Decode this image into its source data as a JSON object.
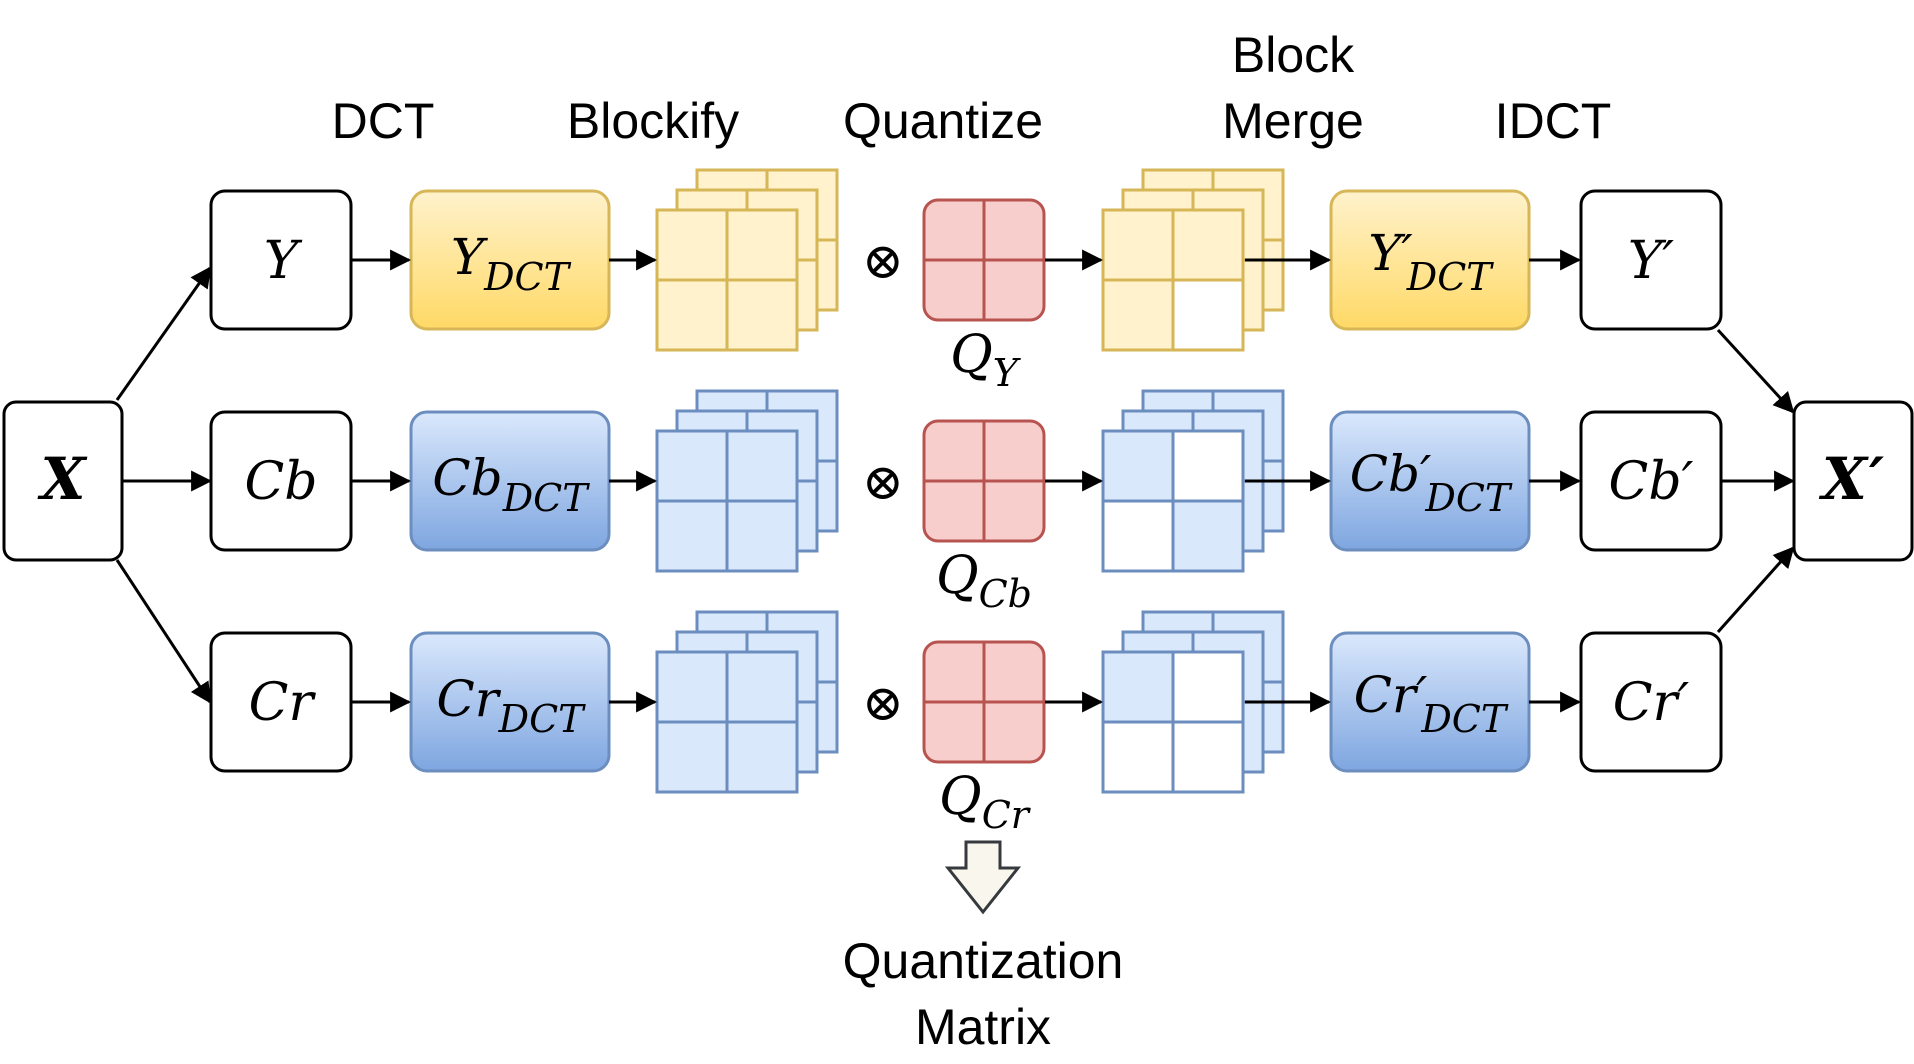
{
  "headers": {
    "dct": "DCT",
    "blockify": "Blockify",
    "quantize": "Quantize",
    "merge_line1": "Block",
    "merge_line2": "Merge",
    "idct": "IDCT"
  },
  "input": {
    "symbol": "X"
  },
  "output": {
    "symbol": "X",
    "prime": "′"
  },
  "operator_symbol": "⊗",
  "footer": {
    "line1": "Quantization",
    "line2": "Matrix"
  },
  "channels": [
    {
      "id": "y",
      "name": "Y",
      "dct_sub": "DCT",
      "prime": "′",
      "quant_sub": "Y",
      "theme": "yellow"
    },
    {
      "id": "cb",
      "name": "Cb",
      "dct_sub": "DCT",
      "prime": "′",
      "quant_sub": "Cb",
      "theme": "blue"
    },
    {
      "id": "cr",
      "name": "Cr",
      "dct_sub": "DCT",
      "prime": "′",
      "quant_sub": "Cr",
      "theme": "blue"
    }
  ],
  "colors": {
    "yellow_fill": "#fff2cc",
    "yellow_stroke": "#d6b656",
    "yellow_grad_top": "#fff2cc",
    "yellow_grad_bottom": "#ffd966",
    "blue_fill": "#dae8fc",
    "blue_stroke": "#6c8ebf",
    "blue_grad_top": "#dae8fc",
    "blue_grad_bottom": "#7ea6e0",
    "quant_fill": "#f8cecc",
    "quant_stroke": "#b85450",
    "arrow_fill": "#f9f7ed",
    "arrow_stroke": "#36393d"
  }
}
